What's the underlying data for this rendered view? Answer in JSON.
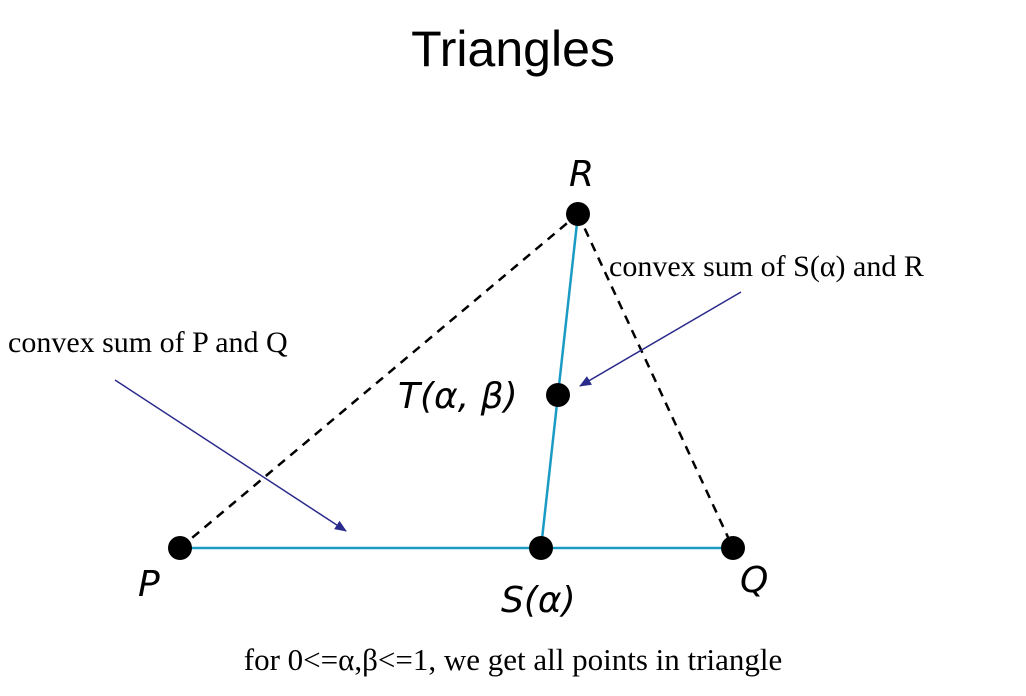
{
  "title": "Triangles",
  "caption": "for 0<=α,β<=1, we get all points in triangle",
  "annotations": {
    "pq": "convex sum of P and Q",
    "sr": "convex sum of S(α) and R"
  },
  "points": {
    "P": "P",
    "Q": "Q",
    "R": "R",
    "S": "S(α)",
    "T": "T(α, β)"
  },
  "colors": {
    "solid_edge": "#1a9bc4",
    "dashed_edge": "#000000",
    "arrow": "#2a2a8c",
    "point": "#000000"
  }
}
